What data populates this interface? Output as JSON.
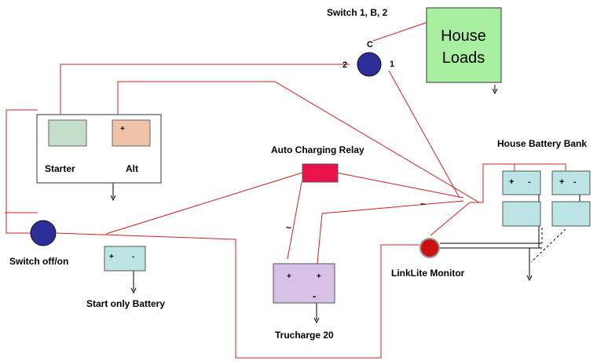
{
  "switch_label": "Switch 1, B, 2",
  "switch_c": "C",
  "switch_1": "1",
  "switch_2": "2",
  "house_loads_line1": "House",
  "house_loads_line2": "Loads",
  "starter_label": "Starter",
  "alt_label": "Alt",
  "plus": "+",
  "minus": "-",
  "tilde": "~",
  "acr_label": "Auto Charging Relay",
  "house_bank_label": "House Battery Bank",
  "switch_offon_label": "Switch off/on",
  "start_battery_label": "Start only Battery",
  "linklite_label": "LinkLite Monitor",
  "trucharge_label": "Trucharge 20",
  "colors": {
    "wire": "#d42020",
    "switch": "#2d2d9a",
    "house_loads": "#a8f0a0",
    "starter": "#c5dec9",
    "alt": "#f0c2a8",
    "relay": "#e8144a",
    "battery": "#bde4e4",
    "trucharge": "#d9c0e6",
    "monitor": "#cc1010"
  }
}
